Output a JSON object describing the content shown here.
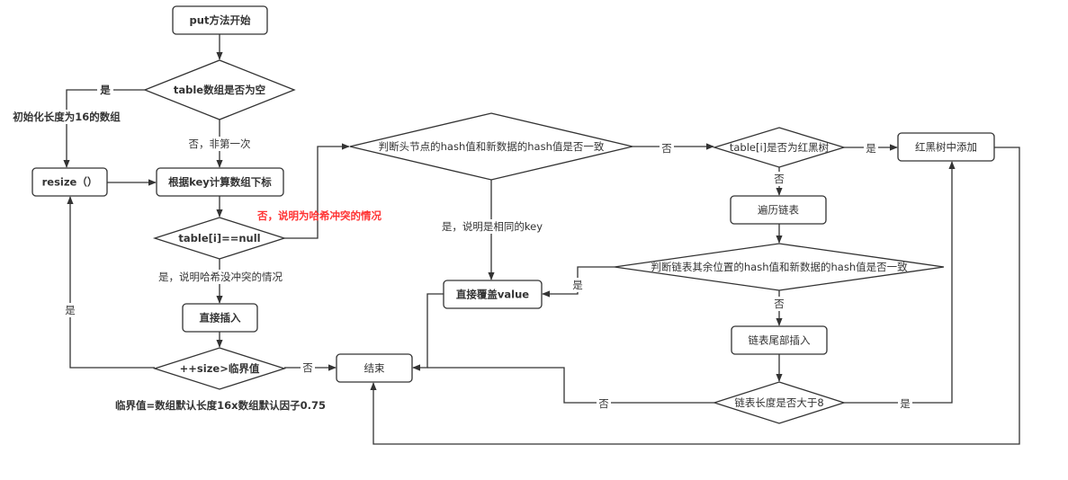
{
  "diagram": {
    "title": "HashMap put方法流程",
    "colors": {
      "stroke": "#333333",
      "text": "#333333",
      "highlight": "#ff3333",
      "fill": "#ffffff"
    },
    "nodes": {
      "start": "put方法开始",
      "is_table_empty": "table数组是否为空",
      "resize": "resize（）",
      "compute_index": "根据key计算数组下标",
      "slot_null": "table[i]==null",
      "direct_insert": "直接插入",
      "size_check": "++size>临界值",
      "end": "结束",
      "head_hash_equal": "判断头节点的hash值和新数据的hash值是否一致",
      "overwrite_value": "直接覆盖value",
      "is_tree": "table[i]是否为红黑树",
      "tree_add": "红黑树中添加",
      "traverse_list": "遍历链表",
      "rest_hash_equal": "判断链表其余位置的hash值和新数据的hash值是否一致",
      "tail_insert": "链表尾部插入",
      "list_gt8": "链表长度是否大于8"
    },
    "edge_labels": {
      "empty_yes": "是",
      "init_16": "初始化长度为16的数组",
      "empty_no": "否，非第一次",
      "collision": "否，说明为哈希冲突的情况",
      "no_collision": "是，说明哈希没冲突的情况",
      "resize_yes": "是",
      "size_no": "否",
      "threshold_note": "临界值=数组默认长度16x数组默认因子0.75",
      "same_key": "是，说明是相同的key",
      "head_no": "否",
      "tree_yes": "是",
      "tree_no": "否",
      "rest_yes": "是",
      "rest_no": "否",
      "gt8_no": "否",
      "gt8_yes": "是"
    }
  }
}
